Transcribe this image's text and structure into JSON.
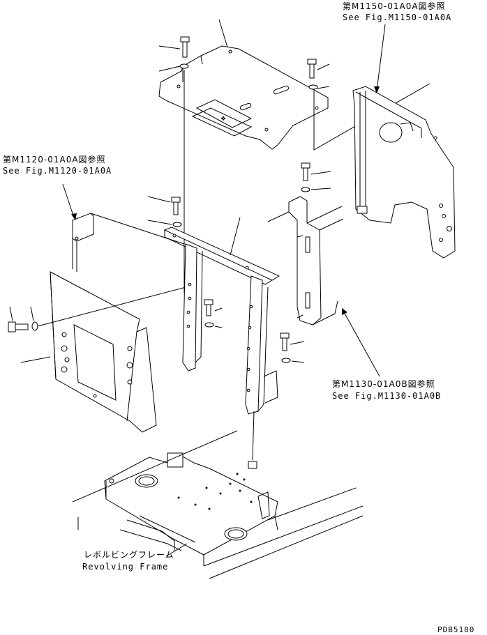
{
  "references": {
    "m1150": {
      "jp": "第M1150-01A0A図参照",
      "en": "See Fig.M1150-01A0A"
    },
    "m1120": {
      "jp": "第M1120-01A0A図参照",
      "en": "See Fig.M1120-01A0A"
    },
    "m1130": {
      "jp": "第M1130-01A0B図参照",
      "en": "See Fig.M1130-01A0B"
    }
  },
  "frame_label": {
    "jp": "レボルビングフレーム",
    "en": "Revolving Frame"
  },
  "drawing_code": "PDB5180"
}
